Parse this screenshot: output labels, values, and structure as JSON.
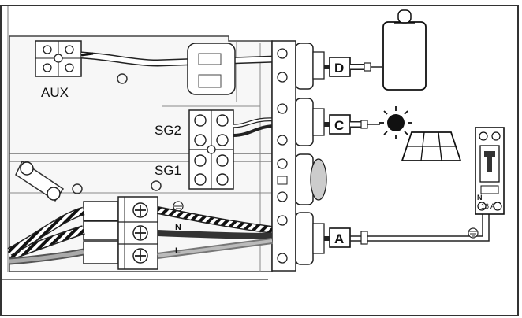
{
  "labels": {
    "aux": "AUX",
    "sg2": "SG2",
    "sg1": "SG1",
    "d": "D",
    "c": "C",
    "a": "A",
    "n_wire": "N",
    "l_wire": "L",
    "breaker_n": "N",
    "breaker_rating": "16 A"
  },
  "components": {
    "battery_pack": "battery-pack-icon",
    "sun": "sun-icon",
    "solar_panel": "solar-panel-icon",
    "circuit_breaker": "circuit-breaker-icon",
    "ground_symbol": "ground-icon"
  }
}
